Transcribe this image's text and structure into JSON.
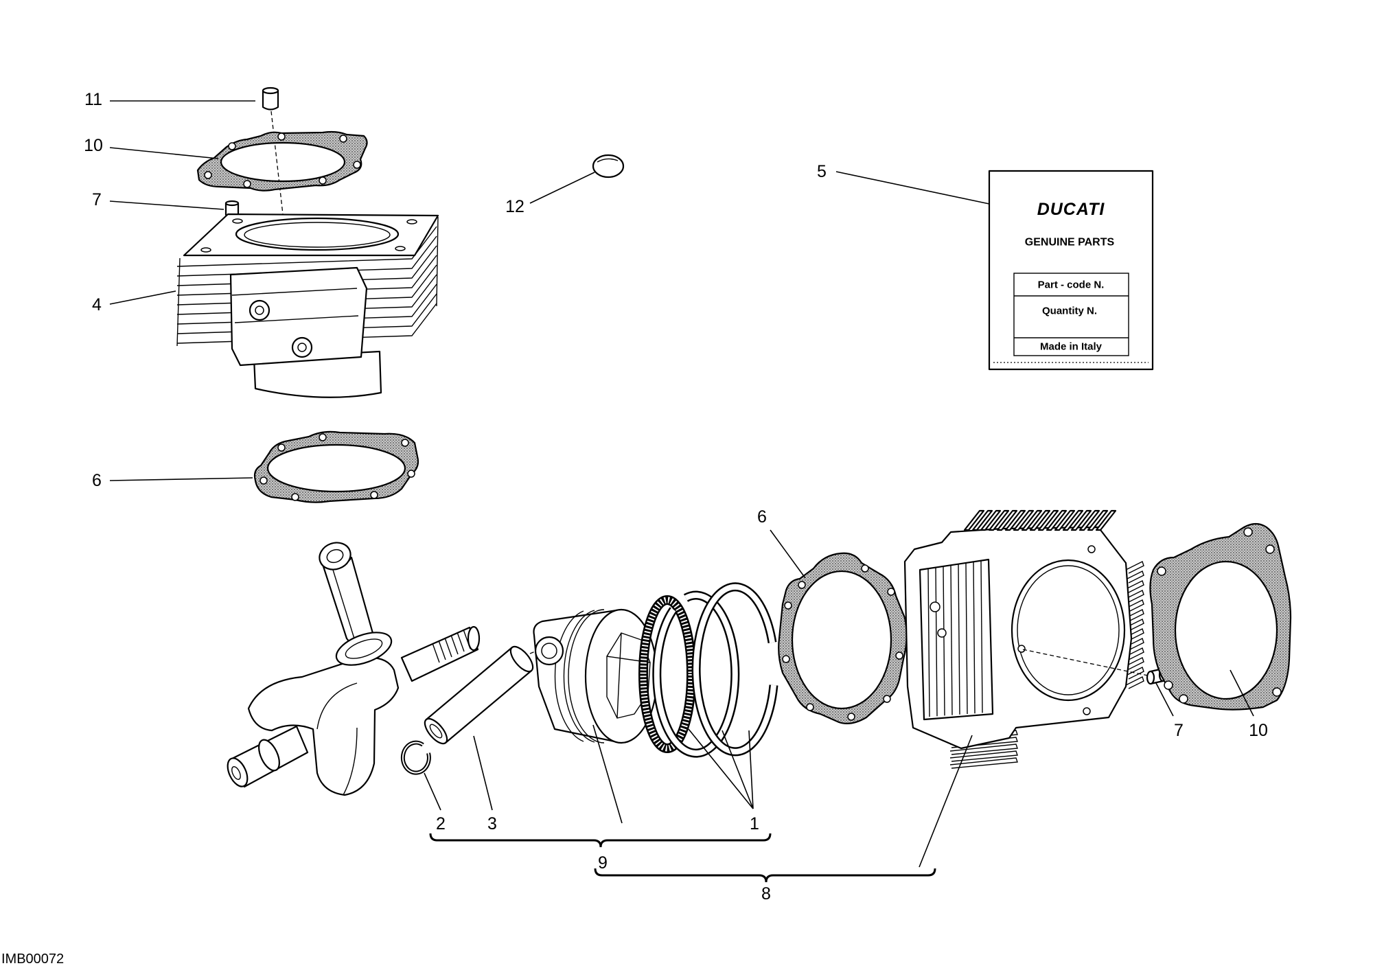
{
  "image_code": "IMB00072",
  "callouts": {
    "top": [
      "11",
      "10",
      "7",
      "4",
      "6",
      "12",
      "5"
    ],
    "bottom": [
      "6",
      "7",
      "10",
      "2",
      "3",
      "1",
      "9",
      "8"
    ]
  },
  "label_card": {
    "brand": "DUCATI",
    "heading": "GENUINE PARTS",
    "rows": [
      "Part - code N.",
      "Quantity N.",
      "Made in Italy"
    ]
  }
}
